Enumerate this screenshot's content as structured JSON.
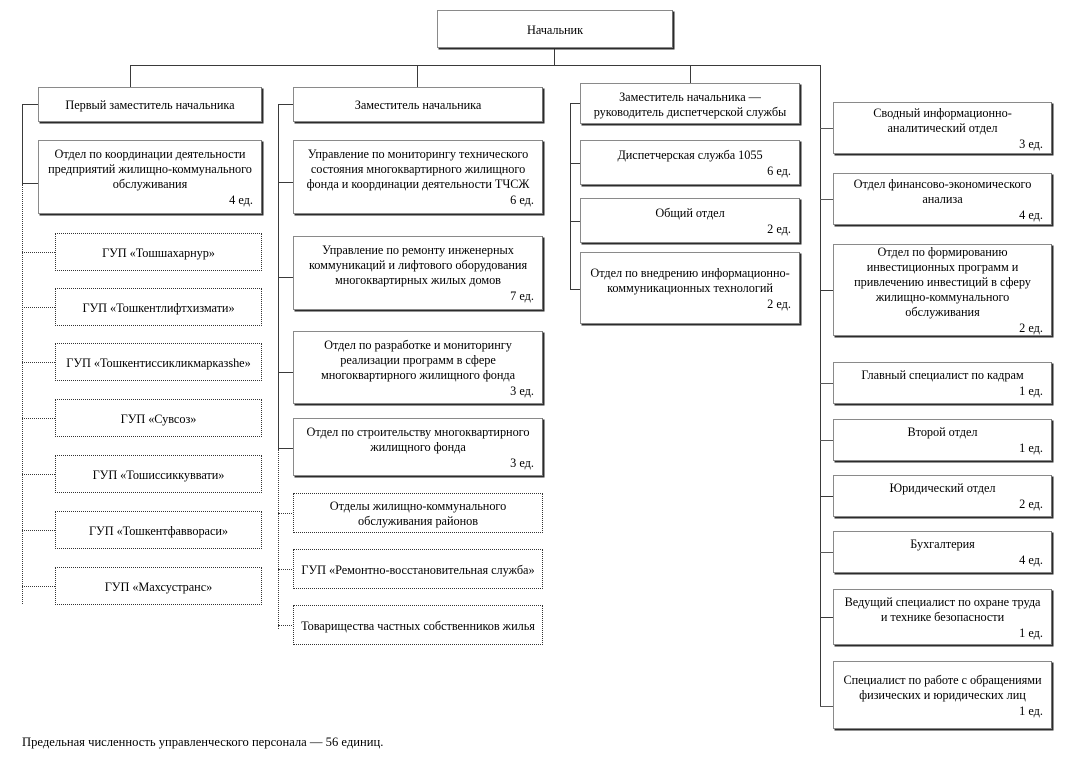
{
  "diagram": {
    "title_node": {
      "id": "nachalnik",
      "label": "Начальник",
      "count": ""
    },
    "footer_note": "Предельная численность управленческого персонала — 56 единиц.",
    "unit_suffix": "ед.",
    "columns": [
      {
        "id": "column-first-deputy",
        "head": {
          "label": "Первый заместитель начальника",
          "count": ""
        },
        "nodes": [
          {
            "label": "Отдел по координации деятельности предприятий жилищно-коммунального обслуживания",
            "count": "4 ед.",
            "style": "solid"
          },
          {
            "label": "ГУП «Тошшахарнур»",
            "count": "",
            "style": "dotted"
          },
          {
            "label": "ГУП «Тошкентлифтхизмати»",
            "count": "",
            "style": "dotted"
          },
          {
            "label": "ГУП «Тошкентиссикликмарказshe»",
            "count": "",
            "style": "dotted"
          },
          {
            "label": "ГУП «Сувсоз»",
            "count": "",
            "style": "dotted"
          },
          {
            "label": "ГУП «Тошиссиккуввати»",
            "count": "",
            "style": "dotted"
          },
          {
            "label": "ГУП «Тошкентфаввораси»",
            "count": "",
            "style": "dotted"
          },
          {
            "label": "ГУП «Махсустранс»",
            "count": "",
            "style": "dotted"
          }
        ]
      },
      {
        "id": "column-deputy",
        "head": {
          "label": "Заместитель начальника",
          "count": ""
        },
        "nodes": [
          {
            "label": "Управление по мониторингу технического состояния многоквартирного жилищного фонда и координации деятельности ТЧСЖ",
            "count": "6 ед.",
            "style": "solid"
          },
          {
            "label": "Управление по ремонту инженерных коммуникаций и лифтового оборудования многоквартирных жилых домов",
            "count": "7 ед.",
            "style": "solid"
          },
          {
            "label": "Отдел по разработке и мониторингу реализации программ в сфере многоквартирного жилищного фонда",
            "count": "3 ед.",
            "style": "solid"
          },
          {
            "label": "Отдел по строительству многоквартирного жилищного фонда",
            "count": "3 ед.",
            "style": "solid"
          },
          {
            "label": "Отделы жилищно-коммунального обслуживания районов",
            "count": "",
            "style": "dotted"
          },
          {
            "label": "ГУП «Ремонтно-восстановительная служба»",
            "count": "",
            "style": "dotted"
          },
          {
            "label": "Товарищества частных собственников жилья",
            "count": "",
            "style": "dotted"
          }
        ]
      },
      {
        "id": "column-dispatch-deputy",
        "head": {
          "label": "Заместитель начальника — руководитель диспетчерской службы",
          "count": ""
        },
        "nodes": [
          {
            "label": "Диспетчерская служба 1055",
            "count": "6 ед.",
            "style": "solid"
          },
          {
            "label": "Общий отдел",
            "count": "2 ед.",
            "style": "solid"
          },
          {
            "label": "Отдел по внедрению информационно-коммуникационных технологий",
            "count": "2 ед.",
            "style": "solid"
          }
        ]
      },
      {
        "id": "column-direct",
        "head": null,
        "nodes": [
          {
            "label": "Сводный информационно-аналитический отдел",
            "count": "3 ед.",
            "style": "solid"
          },
          {
            "label": "Отдел финансово-экономического анализа",
            "count": "4 ед.",
            "style": "solid"
          },
          {
            "label": "Отдел по формированию инвестиционных программ и привлечению инвестиций в сферу жилищно-коммунального обслуживания",
            "count": "2 ед.",
            "style": "solid"
          },
          {
            "label": "Главный специалист по кадрам",
            "count": "1 ед.",
            "style": "solid"
          },
          {
            "label": "Второй отдел",
            "count": "1 ед.",
            "style": "solid"
          },
          {
            "label": "Юридический отдел",
            "count": "2 ед.",
            "style": "solid"
          },
          {
            "label": "Бухгалтерия",
            "count": "4 ед.",
            "style": "solid"
          },
          {
            "label": "Ведущий специалист по охране труда и технике безопасности",
            "count": "1 ед.",
            "style": "solid"
          },
          {
            "label": "Специалист по работе с обращениями физических и юридических лиц",
            "count": "1 ед.",
            "style": "solid"
          }
        ]
      }
    ]
  },
  "colors": {
    "line": "#3a3a3a",
    "box_border": "#8a8a8a",
    "box_shadow": "#2b2b2b",
    "background": "#ffffff",
    "text": "#000000"
  }
}
